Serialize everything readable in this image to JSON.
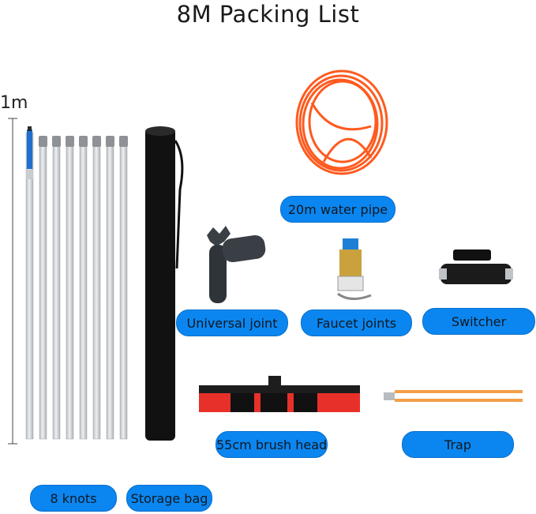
{
  "title": "8M Packing List",
  "ruler_label": "1m",
  "labels": {
    "water_pipe": "20m water pipe",
    "universal_joint": "Universal joint",
    "faucet_joints": "Faucet joints",
    "switcher": "Switcher",
    "brush_head": "55cm brush head",
    "trap": "Trap",
    "knots": "8 knots",
    "storage_bag": "Storage bag"
  },
  "colors": {
    "pill": "#0b86f0",
    "pipe": "#ff5a1f",
    "brush_bristle": "#e8302a",
    "bag": "#111111",
    "pole": "#d6d9dc"
  },
  "icons": [
    "pole-set-icon",
    "storage-bag-icon",
    "water-pipe-icon",
    "universal-joint-icon",
    "faucet-joint-icon",
    "switcher-valve-icon",
    "brush-head-icon",
    "trap-icon"
  ]
}
